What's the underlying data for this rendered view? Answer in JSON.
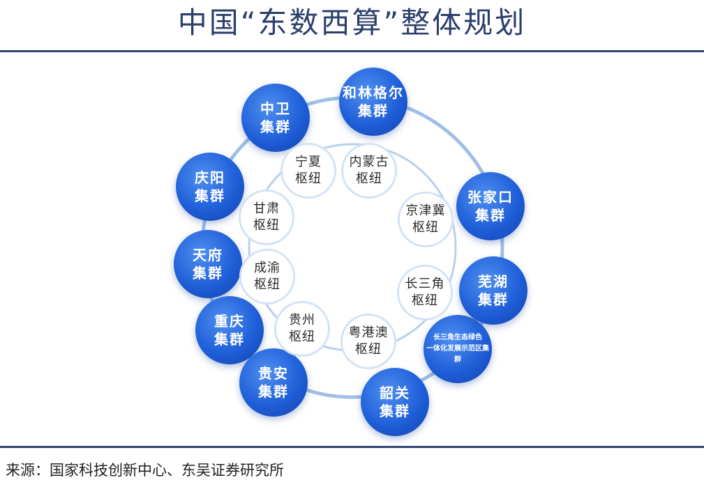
{
  "title": "中国“东数西算”整体规划",
  "source": "来源：国家科技创新中心、东吴证券研究所",
  "colors": {
    "title": "#2b3f6b",
    "rule": "#2e4470",
    "cluster": "#1f5fd8",
    "ring": "#9fbfe6"
  },
  "clusters": [
    {
      "l1": "和林格尔",
      "l2": "集群"
    },
    {
      "l1": "中卫",
      "l2": "集群"
    },
    {
      "l1": "庆阳",
      "l2": "集群"
    },
    {
      "l1": "天府",
      "l2": "集群"
    },
    {
      "l1": "重庆",
      "l2": "集群"
    },
    {
      "l1": "贵安",
      "l2": "集群"
    },
    {
      "l1": "韶关",
      "l2": "集群"
    },
    {
      "l1": "长三角生态绿色",
      "l2": "一体化发展示范区集群"
    },
    {
      "l1": "芜湖",
      "l2": "集群"
    },
    {
      "l1": "张家口",
      "l2": "集群"
    }
  ],
  "hubs": [
    {
      "l1": "宁夏",
      "l2": "枢纽"
    },
    {
      "l1": "内蒙古",
      "l2": "枢纽"
    },
    {
      "l1": "京津冀",
      "l2": "枢纽"
    },
    {
      "l1": "长三角",
      "l2": "枢纽"
    },
    {
      "l1": "粤港澳",
      "l2": "枢纽"
    },
    {
      "l1": "贵州",
      "l2": "枢纽"
    },
    {
      "l1": "成渝",
      "l2": "枢纽"
    },
    {
      "l1": "甘肃",
      "l2": "枢纽"
    }
  ]
}
